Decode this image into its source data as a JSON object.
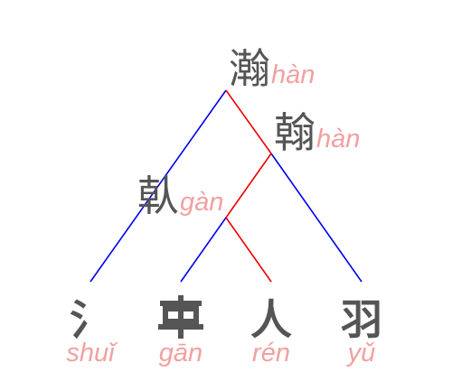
{
  "colors": {
    "hanzi": "#555555",
    "pinyin": "#f2a0a0",
    "line_primary": "#0000ee",
    "line_secondary": "#ee0000"
  },
  "nodes": {
    "root": {
      "char": "瀚",
      "pinyin": "hàn"
    },
    "mid": {
      "char": "翰",
      "pinyin": "hàn"
    },
    "inner": {
      "char": "倝",
      "pinyin": "gàn"
    }
  },
  "components": [
    {
      "char": "氵",
      "pinyin": "shuǐ"
    },
    {
      "char": "𠦝",
      "pinyin": "gān"
    },
    {
      "char": "人",
      "pinyin": "rén"
    },
    {
      "char": "羽",
      "pinyin": "yǔ"
    }
  ]
}
